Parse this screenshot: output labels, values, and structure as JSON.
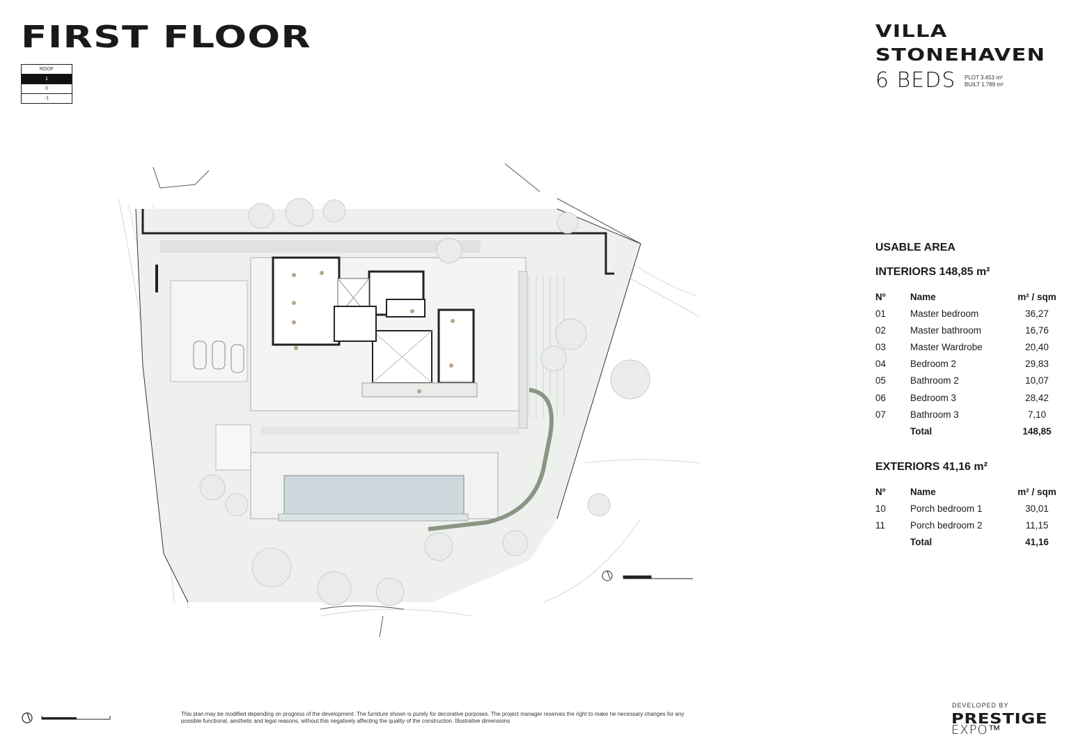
{
  "header": {
    "title": "FIRST FLOOR",
    "levels": [
      "ROOF",
      "1",
      "0",
      "-1"
    ],
    "active_level": "1"
  },
  "property": {
    "name_line1": "VILLA",
    "name_line2": "STONEHAVEN",
    "beds": "6 BEDS",
    "plot": "PLOT 3.453 m²",
    "built": "BUILT 1.789 m²"
  },
  "usable_area": {
    "heading": "USABLE AREA",
    "interiors": {
      "heading": "INTERIORS 148,85 m²",
      "columns": [
        "Nº",
        "Name",
        "m² / sqm"
      ],
      "rows": [
        {
          "no": "01",
          "name": "Master bedroom",
          "area": "36,27"
        },
        {
          "no": "02",
          "name": "Master bathroom",
          "area": "16,76"
        },
        {
          "no": "03",
          "name": "Master Wardrobe",
          "area": "20,40"
        },
        {
          "no": "04",
          "name": "Bedroom 2",
          "area": "29,83"
        },
        {
          "no": "05",
          "name": "Bathroom 2",
          "area": "10,07"
        },
        {
          "no": "06",
          "name": "Bedroom 3",
          "area": "28,42"
        },
        {
          "no": "07",
          "name": "Bathroom 3",
          "area": "7,10"
        }
      ],
      "total_label": "Total",
      "total_value": "148,85"
    },
    "exteriors": {
      "heading": "EXTERIORS 41,16 m²",
      "columns": [
        "Nº",
        "Name",
        "m² / sqm"
      ],
      "rows": [
        {
          "no": "10",
          "name": "Porch bedroom 1",
          "area": "30,01"
        },
        {
          "no": "11",
          "name": "Porch bedroom 2",
          "area": "11,15"
        }
      ],
      "total_label": "Total",
      "total_value": "41,16"
    }
  },
  "footer": {
    "disclaimer": "This plan may be modified depending on progress of the development. The furniture shown is purely for decorative purposes. The project manager reserves the right to make he necessary changes for any possible functional, aesthetic and legal reasons, without this negatively affecting the quality of the construction. Illustrative dimensions",
    "developed_by": "DEVELOPED BY",
    "logo_line1": "PRESTIGE",
    "logo_line2": "EXPO™"
  },
  "colors": {
    "ink": "#1a1a1a",
    "terrain": "#e9ece9",
    "pool": "#cdd9dc",
    "path_green": "#8a9583"
  },
  "icons": [
    "north-compass-icon",
    "scale-bar-icon"
  ]
}
